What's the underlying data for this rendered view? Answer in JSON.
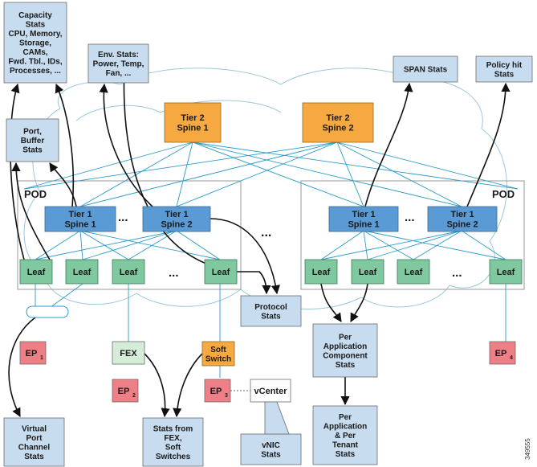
{
  "colors": {
    "stats_fill": "#c7dcef",
    "spine1_fill": "#5b9bd5",
    "spine2_fill": "#f7a941",
    "leaf_fill": "#7fc8a0",
    "ep_fill": "#ef7f86",
    "fex_fill": "#d5ecd9",
    "soft_switch_fill": "#f7a941",
    "link_color": "#2b9bc8",
    "cloud_color": "#9cc7dc"
  },
  "stats": {
    "capacity": [
      "Capacity",
      "Stats",
      "CPU, Memory,",
      "Storage,",
      "CAMs,",
      "Fwd. Tbl., IDs,",
      "Processes, ..."
    ],
    "env": [
      "Env. Stats:",
      "Power, Temp,",
      "Fan, ..."
    ],
    "span": [
      "SPAN Stats"
    ],
    "policy": [
      "Policy hit",
      "Stats"
    ],
    "port_buffer": [
      "Port,",
      "Buffer",
      "Stats"
    ],
    "protocol": [
      "Protocol",
      "Stats"
    ],
    "per_app": [
      "Per",
      "Application",
      "Component",
      "Stats"
    ],
    "vpc": [
      "Virtual",
      "Port",
      "Channel",
      "Stats"
    ],
    "fex_soft": [
      "Stats from",
      "FEX,",
      "Soft",
      "Switches"
    ],
    "per_tenant": [
      "Per",
      "Application",
      "& Per",
      "Tenant",
      "Stats"
    ],
    "vnic": [
      "vNIC",
      "Stats"
    ]
  },
  "tier2": {
    "spine1": [
      "Tier 2",
      "Spine 1"
    ],
    "spine2": [
      "Tier 2",
      "Spine 2"
    ]
  },
  "pod_label": "POD",
  "tier1": {
    "spine1": [
      "Tier 1",
      "Spine 1"
    ],
    "spine2": [
      "Tier 1",
      "Spine 2"
    ]
  },
  "leaf_label": "Leaf",
  "ellipsis": "...",
  "ep": {
    "prefix": "EP",
    "sub1": "1",
    "sub2": "2",
    "sub3": "3",
    "sub4": "4"
  },
  "fex": "FEX",
  "soft_switch": [
    "Soft",
    "Switch"
  ],
  "vcenter": "vCenter",
  "figure_id": "349555"
}
